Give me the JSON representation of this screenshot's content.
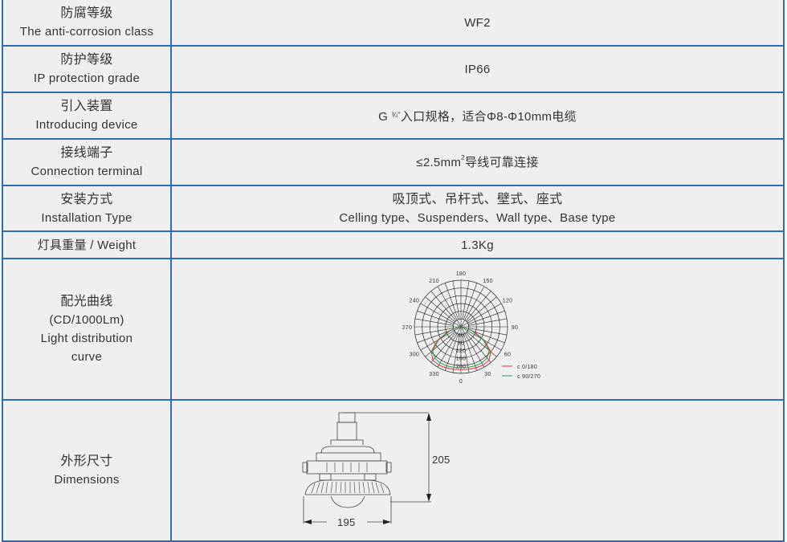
{
  "rows": [
    {
      "cn": "防腐等级",
      "en": "The anti-corrosion class",
      "value": "WF2"
    },
    {
      "cn": "防护等级",
      "en": "IP protection grade",
      "value": "IP66"
    },
    {
      "cn": "引入装置",
      "en": "Introducing device",
      "value_prefix": "G",
      "value_frac": "¾\"",
      "value_rest": "入口规格，适合Φ8-Φ10mm电缆"
    },
    {
      "cn": "接线端子",
      "en": "Connection terminal",
      "value_prefix": "≤2.5mm",
      "value_sup": "2",
      "value_rest": "导线可靠连接"
    },
    {
      "cn": "安装方式",
      "en": "Installation Type",
      "value_cn": "吸顶式、吊杆式、壁式、座式",
      "value_en": "Celling type、Suspenders、Wall type、Base type"
    },
    {
      "label": "灯具重量 / Weight",
      "value": "1.3Kg"
    },
    {
      "cn": "配光曲线",
      "unit": "(CD/1000Lm)",
      "en1": "Light distribution",
      "en2": "curve"
    },
    {
      "cn": "外形尺寸",
      "en": "Dimensions",
      "height": "205",
      "width": "195"
    }
  ],
  "chart_data": {
    "type": "polar",
    "angle_labels": [
      "0",
      "30",
      "60",
      "90",
      "120",
      "150",
      "180",
      "210",
      "240",
      "270",
      "300",
      "330"
    ],
    "radial_labels": [
      "40",
      "80",
      "120",
      "160",
      "200"
    ],
    "rmax": 240,
    "angles": [
      0,
      10,
      20,
      30,
      40,
      50,
      60,
      70,
      80,
      90
    ],
    "series": [
      {
        "name": "c 0/180",
        "color": "#e03030",
        "values": [
          220,
          222,
          225,
          228,
          225,
          200,
          140,
          70,
          20,
          0
        ]
      },
      {
        "name": "c 90/270",
        "color": "#21a050",
        "values": [
          210,
          212,
          214,
          215,
          210,
          190,
          130,
          60,
          15,
          0
        ]
      }
    ]
  }
}
